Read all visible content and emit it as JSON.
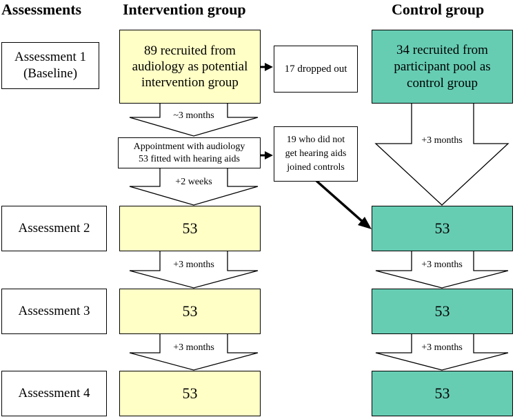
{
  "headers": {
    "assessments": "Assessments",
    "intervention": "Intervention group",
    "control": "Control group"
  },
  "rows": {
    "a1": "Assessment 1\n(Baseline)",
    "a2": "Assessment 2",
    "a3": "Assessment 3",
    "a4": "Assessment 4"
  },
  "intervention": {
    "recruited": "89 recruited from audiology as potential intervention group",
    "appointment": "Appointment with audiology\n53 fitted with hearing aids",
    "a2": "53",
    "a3": "53",
    "a4": "53"
  },
  "side": {
    "dropped": "17 dropped out",
    "switched": "19 who did not\nget hearing aids\njoined controls"
  },
  "control": {
    "recruited": "34 recruited from participant pool as control group",
    "a2": "53",
    "a3": "53",
    "a4": "53"
  },
  "arrow_labels": {
    "int_1": "~3 months",
    "int_2": "+2 weeks",
    "int_3": "+3 months",
    "int_4": "+3 months",
    "ctrl_1": "+3 months",
    "ctrl_2": "+3 months",
    "ctrl_3": "+3 months"
  },
  "colors": {
    "intervention_fill": "#ffffc6",
    "control_fill": "#66cdb3"
  }
}
